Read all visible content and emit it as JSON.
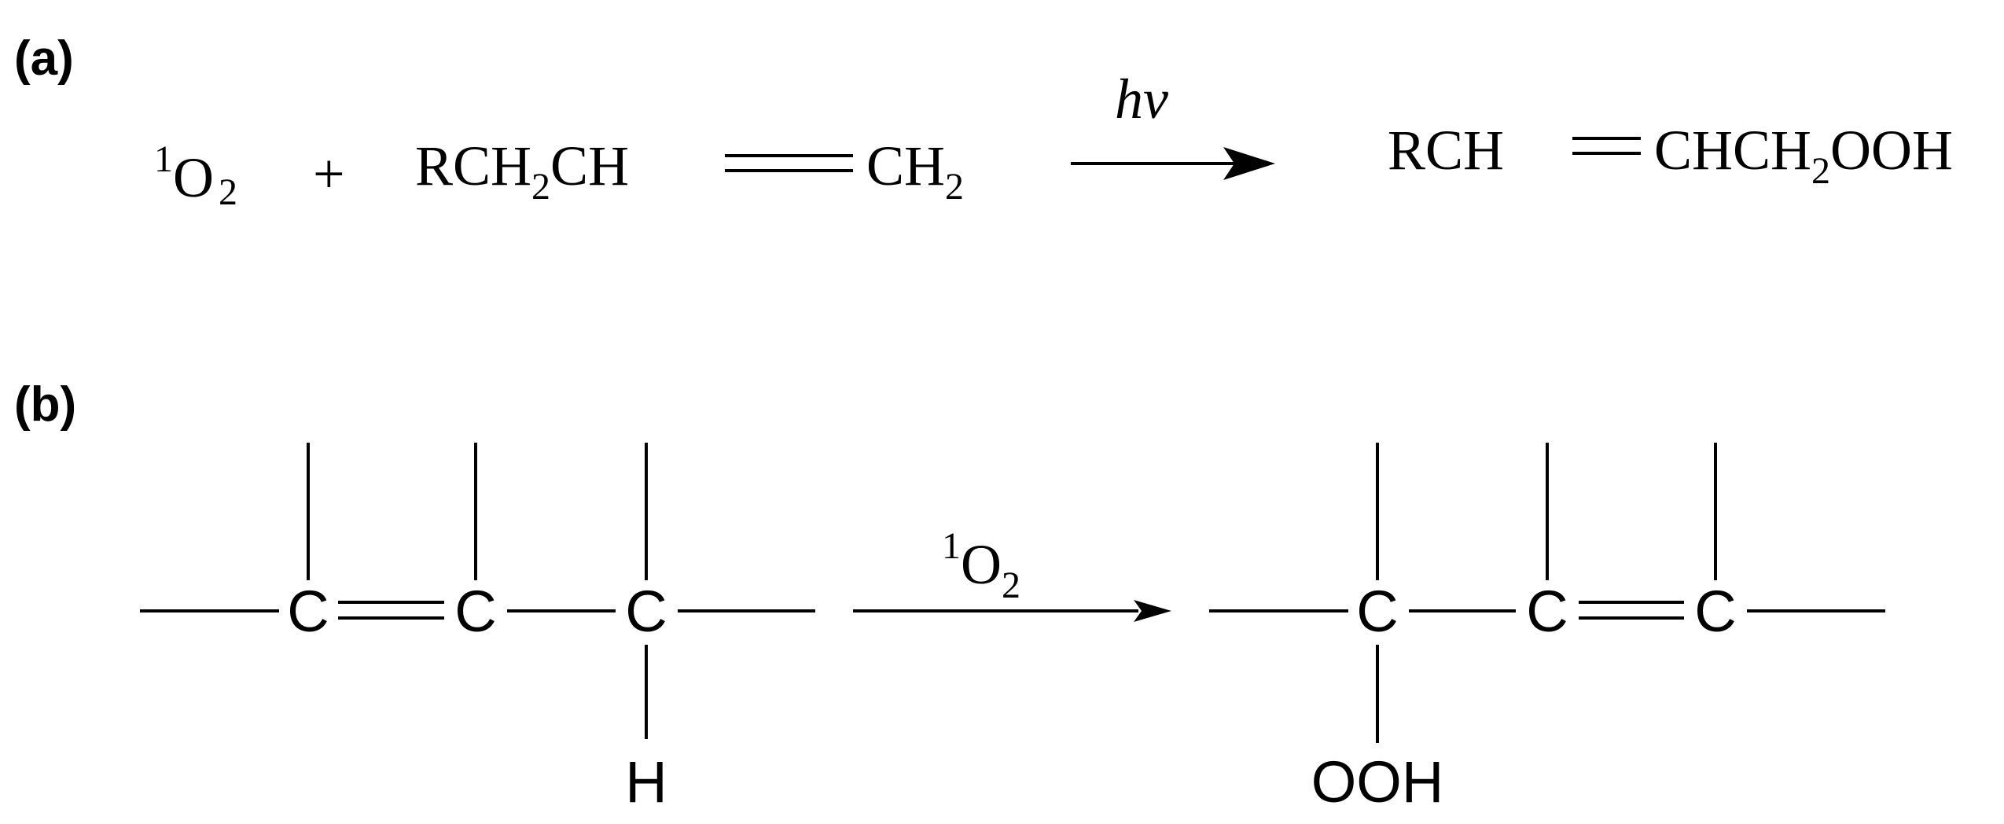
{
  "panels": {
    "a": {
      "label": "(a)",
      "reactant1": {
        "sup": "1",
        "main": "O",
        "sub": "2"
      },
      "plus": "+",
      "reactant2": {
        "left": {
          "a": "RCH",
          "sub": "2",
          "b": "CH"
        },
        "right": {
          "a": "CH",
          "sub": "2"
        }
      },
      "arrow_label": "hv",
      "product": {
        "left": "RCH",
        "right": {
          "a": "CHCH",
          "sub": "2",
          "b": "OOH"
        }
      }
    },
    "b": {
      "label": "(b)",
      "reactant": {
        "atoms": [
          "C",
          "C",
          "C"
        ],
        "substituent": "H"
      },
      "arrow_label": {
        "sup": "1",
        "main": "O",
        "sub": "2"
      },
      "product": {
        "atoms": [
          "C",
          "C",
          "C"
        ],
        "substituent": "OOH"
      }
    }
  }
}
